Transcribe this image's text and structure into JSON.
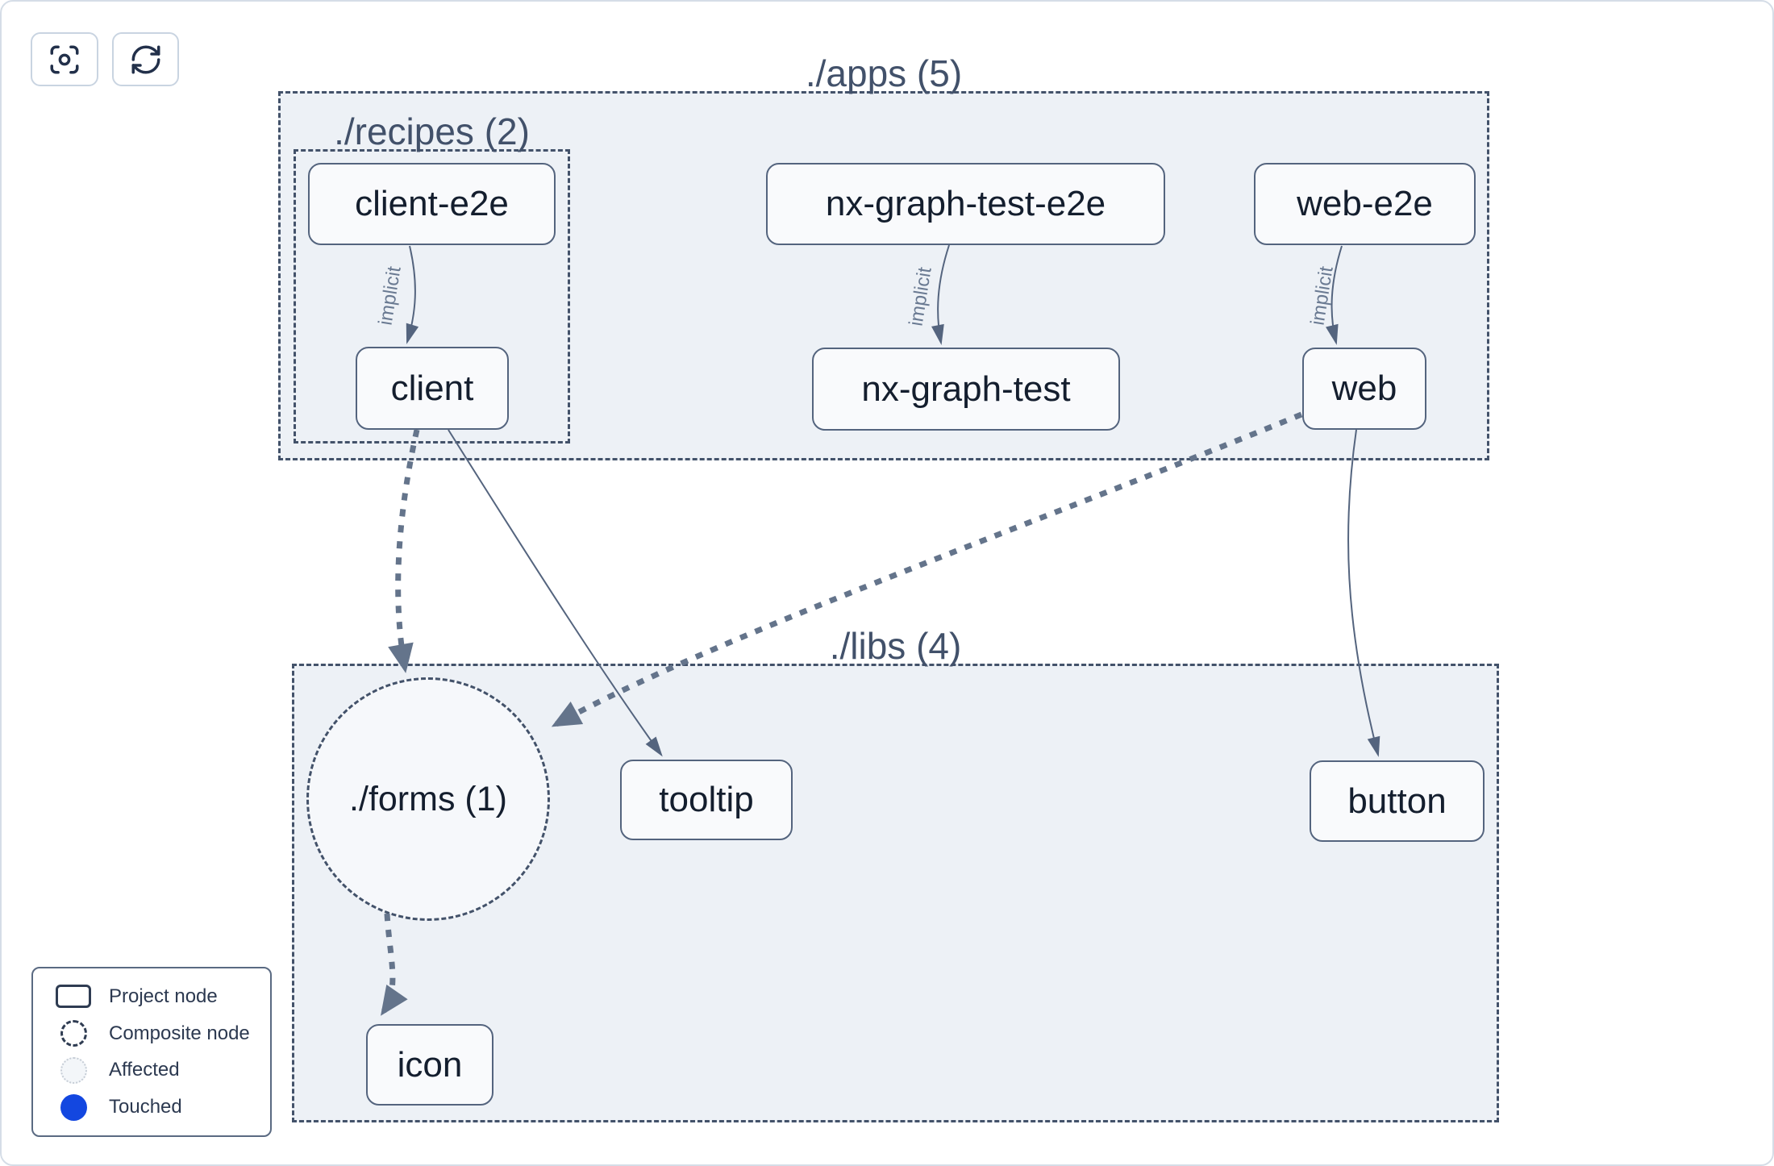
{
  "toolbar": {
    "buttons": [
      {
        "name": "zoom-to-fit",
        "icon": "scan-focus-icon"
      },
      {
        "name": "refresh",
        "icon": "refresh-cw-icon"
      }
    ]
  },
  "graph": {
    "groups": [
      {
        "id": "apps",
        "label": "./apps (5)"
      },
      {
        "id": "recipes",
        "label": "./recipes (2)"
      },
      {
        "id": "libs",
        "label": "./libs (4)"
      }
    ],
    "composite": {
      "id": "forms",
      "label": "./forms (1)"
    },
    "nodes": [
      {
        "id": "client-e2e",
        "label": "client-e2e"
      },
      {
        "id": "nx-graph-test-e2e",
        "label": "nx-graph-test-e2e"
      },
      {
        "id": "web-e2e",
        "label": "web-e2e"
      },
      {
        "id": "client",
        "label": "client"
      },
      {
        "id": "nx-graph-test",
        "label": "nx-graph-test"
      },
      {
        "id": "web",
        "label": "web"
      },
      {
        "id": "tooltip",
        "label": "tooltip"
      },
      {
        "id": "button",
        "label": "button"
      },
      {
        "id": "icon",
        "label": "icon"
      }
    ],
    "edges": [
      {
        "from": "client-e2e",
        "to": "client",
        "style": "implicit",
        "label": "implicit"
      },
      {
        "from": "nx-graph-test-e2e",
        "to": "nx-graph-test",
        "style": "implicit",
        "label": "implicit"
      },
      {
        "from": "web-e2e",
        "to": "web",
        "style": "implicit",
        "label": "implicit"
      },
      {
        "from": "client",
        "to": "./forms (1)",
        "style": "dashed"
      },
      {
        "from": "web",
        "to": "./forms (1)",
        "style": "dashed"
      },
      {
        "from": "./forms (1)",
        "to": "icon",
        "style": "dashed"
      },
      {
        "from": "client",
        "to": "tooltip",
        "style": "solid"
      },
      {
        "from": "web",
        "to": "button",
        "style": "solid"
      }
    ]
  },
  "legend": {
    "items": [
      {
        "swatch": "project-node",
        "label": "Project node"
      },
      {
        "swatch": "composite-node",
        "label": "Composite node"
      },
      {
        "swatch": "affected",
        "label": "Affected"
      },
      {
        "swatch": "touched",
        "label": "Touched"
      }
    ]
  },
  "colors": {
    "touched_blue": "#1347e0",
    "group_fill": "#edf1f6",
    "node_fill": "#f9fafc",
    "edge": "#64748b",
    "dashed_border": "#43526a"
  }
}
